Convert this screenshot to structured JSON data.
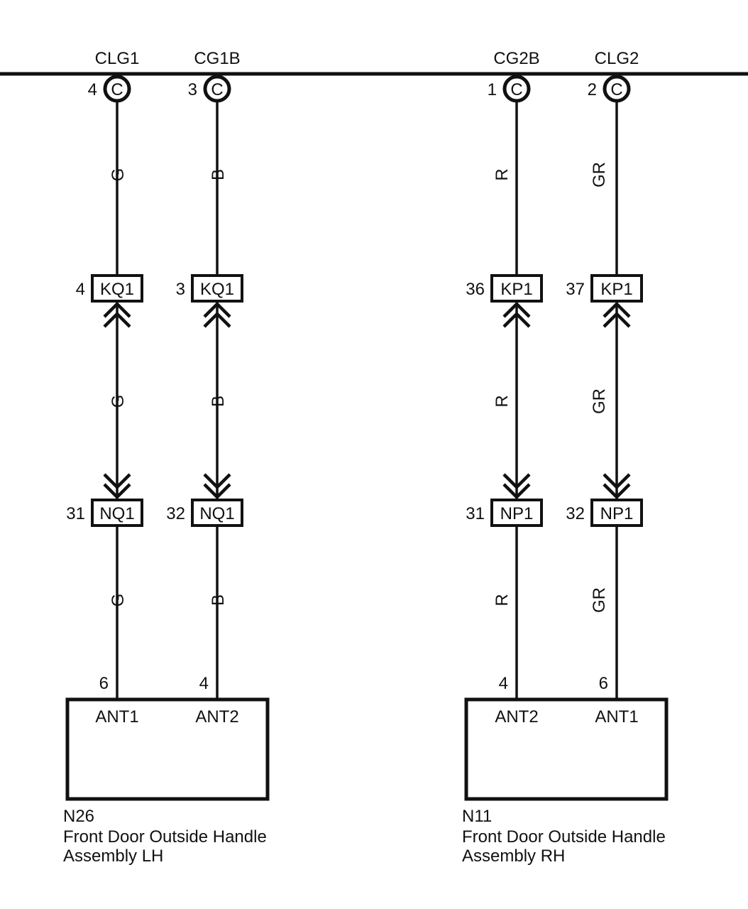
{
  "bus_labels": [
    "CLG1",
    "CG1B",
    "CG2B",
    "CLG2"
  ],
  "circuits": [
    {
      "top_pin": "4",
      "top_conn": "C",
      "wire1": "G",
      "mid_pin": "4",
      "mid_conn": "KQ1",
      "wire2": "G",
      "low_pin": "31",
      "low_conn": "NQ1",
      "wire3": "G",
      "comp_pin": "6",
      "comp_terminal": "ANT1"
    },
    {
      "top_pin": "3",
      "top_conn": "C",
      "wire1": "B",
      "mid_pin": "3",
      "mid_conn": "KQ1",
      "wire2": "B",
      "low_pin": "32",
      "low_conn": "NQ1",
      "wire3": "B",
      "comp_pin": "4",
      "comp_terminal": "ANT2"
    },
    {
      "top_pin": "1",
      "top_conn": "C",
      "wire1": "R",
      "mid_pin": "36",
      "mid_conn": "KP1",
      "wire2": "R",
      "low_pin": "31",
      "low_conn": "NP1",
      "wire3": "R",
      "comp_pin": "4",
      "comp_terminal": "ANT2"
    },
    {
      "top_pin": "2",
      "top_conn": "C",
      "wire1": "GR",
      "mid_pin": "37",
      "mid_conn": "KP1",
      "wire2": "GR",
      "low_pin": "32",
      "low_conn": "NP1",
      "wire3": "GR",
      "comp_pin": "6",
      "comp_terminal": "ANT1"
    }
  ],
  "components": [
    {
      "code": "N26",
      "name_line1": "Front Door Outside Handle",
      "name_line2": "Assembly LH"
    },
    {
      "code": "N11",
      "name_line1": "Front Door Outside Handle",
      "name_line2": "Assembly RH"
    }
  ]
}
